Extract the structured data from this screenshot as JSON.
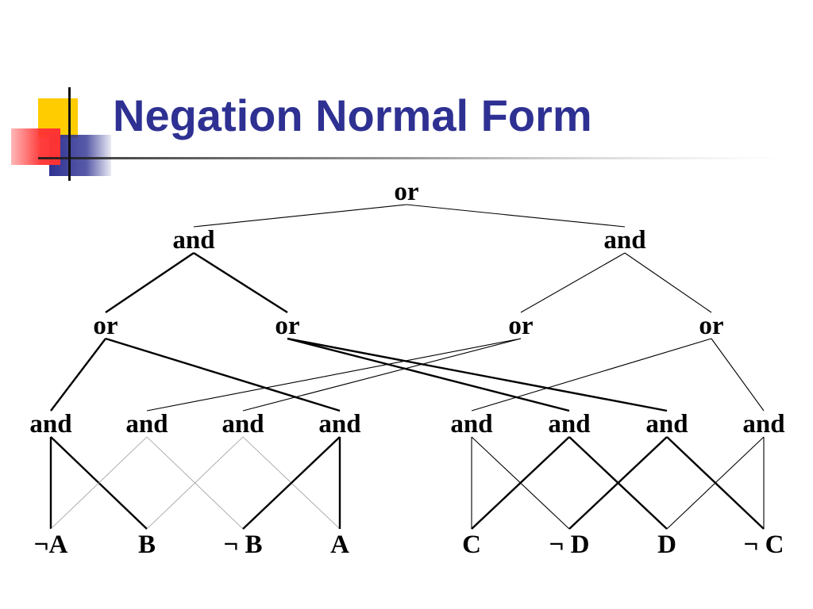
{
  "slide": {
    "title": "Negation Normal Form",
    "title_color": "#2e3192",
    "accent_yellow": "#ffcc00",
    "accent_red": "#ff3333",
    "accent_blue": "#2e3192",
    "logo_icon": "squares-logo-icon"
  },
  "diagram": {
    "nodes": [
      {
        "id": "root",
        "label": "or"
      },
      {
        "id": "and_l",
        "label": "and"
      },
      {
        "id": "and_r",
        "label": "and"
      },
      {
        "id": "or_1",
        "label": "or"
      },
      {
        "id": "or_2",
        "label": "or"
      },
      {
        "id": "or_3",
        "label": "or"
      },
      {
        "id": "or_4",
        "label": "or"
      },
      {
        "id": "and_1",
        "label": "and"
      },
      {
        "id": "and_2",
        "label": "and"
      },
      {
        "id": "and_3",
        "label": "and"
      },
      {
        "id": "and_4",
        "label": "and"
      },
      {
        "id": "and_5",
        "label": "and"
      },
      {
        "id": "and_6",
        "label": "and"
      },
      {
        "id": "and_7",
        "label": "and"
      },
      {
        "id": "and_8",
        "label": "and"
      },
      {
        "id": "lit_1",
        "label": "¬A"
      },
      {
        "id": "lit_2",
        "label": "B"
      },
      {
        "id": "lit_3",
        "label": "¬ B"
      },
      {
        "id": "lit_4",
        "label": "A"
      },
      {
        "id": "lit_5",
        "label": "C"
      },
      {
        "id": "lit_6",
        "label": "¬ D"
      },
      {
        "id": "lit_7",
        "label": "D"
      },
      {
        "id": "lit_8",
        "label": "¬ C"
      }
    ],
    "edges": [
      {
        "from": "root",
        "to": "and_l",
        "style": "thin"
      },
      {
        "from": "root",
        "to": "and_r",
        "style": "thin"
      },
      {
        "from": "and_l",
        "to": "or_1",
        "style": "thick"
      },
      {
        "from": "and_l",
        "to": "or_2",
        "style": "thick"
      },
      {
        "from": "and_r",
        "to": "or_3",
        "style": "thin"
      },
      {
        "from": "and_r",
        "to": "or_4",
        "style": "thin"
      },
      {
        "from": "or_1",
        "to": "and_1",
        "style": "thick"
      },
      {
        "from": "or_1",
        "to": "and_4",
        "style": "thick"
      },
      {
        "from": "or_2",
        "to": "and_6",
        "style": "thick"
      },
      {
        "from": "or_2",
        "to": "and_7",
        "style": "thick"
      },
      {
        "from": "or_3",
        "to": "and_2",
        "style": "thin"
      },
      {
        "from": "or_3",
        "to": "and_3",
        "style": "thin"
      },
      {
        "from": "or_4",
        "to": "and_5",
        "style": "thin"
      },
      {
        "from": "or_4",
        "to": "and_8",
        "style": "thin"
      },
      {
        "from": "and_1",
        "to": "lit_1",
        "style": "thick"
      },
      {
        "from": "and_1",
        "to": "lit_2",
        "style": "thick"
      },
      {
        "from": "and_2",
        "to": "lit_1",
        "style": "faint"
      },
      {
        "from": "and_2",
        "to": "lit_3",
        "style": "faint"
      },
      {
        "from": "and_3",
        "to": "lit_2",
        "style": "faint"
      },
      {
        "from": "and_3",
        "to": "lit_4",
        "style": "faint"
      },
      {
        "from": "and_4",
        "to": "lit_3",
        "style": "thick"
      },
      {
        "from": "and_4",
        "to": "lit_4",
        "style": "thick"
      },
      {
        "from": "and_5",
        "to": "lit_5",
        "style": "thin"
      },
      {
        "from": "and_5",
        "to": "lit_6",
        "style": "thin"
      },
      {
        "from": "and_6",
        "to": "lit_5",
        "style": "thick"
      },
      {
        "from": "and_6",
        "to": "lit_7",
        "style": "thick"
      },
      {
        "from": "and_7",
        "to": "lit_6",
        "style": "thick"
      },
      {
        "from": "and_7",
        "to": "lit_8",
        "style": "thick"
      },
      {
        "from": "and_8",
        "to": "lit_7",
        "style": "thin"
      },
      {
        "from": "and_8",
        "to": "lit_8",
        "style": "thin"
      }
    ]
  }
}
